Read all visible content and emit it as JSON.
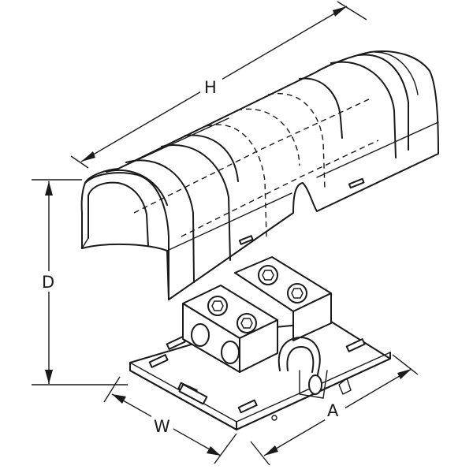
{
  "dimensions": {
    "h_label": "H",
    "d_label": "D",
    "w_label": "W",
    "a_label": "A"
  },
  "colors": {
    "line": "#1a1a1a",
    "background": "#ffffff"
  }
}
